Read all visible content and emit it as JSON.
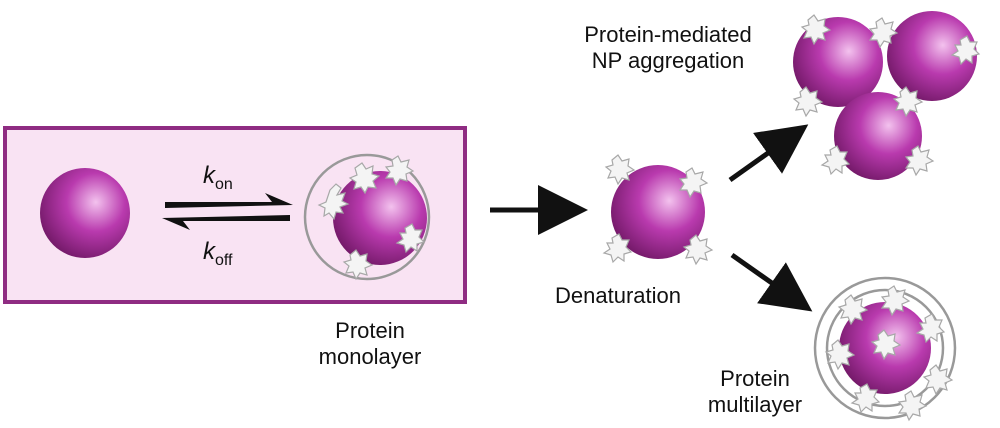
{
  "colors": {
    "sphere_light": "#f3c2ee",
    "sphere_mid": "#b93aae",
    "sphere_dark": "#6a155f",
    "box_fill": "#f9e3f3",
    "box_border": "#8f2c82",
    "shell": "#999999",
    "protein": "#a8a8a8",
    "arrow": "#111111"
  },
  "labels": {
    "k_on_symbol": "k",
    "k_on_sub": "on",
    "k_off_symbol": "k",
    "k_off_sub": "off",
    "monolayer": "Protein\nmonolayer",
    "denaturation": "Denaturation",
    "aggregation": "Protein-mediated\nNP aggregation",
    "multilayer": "Protein\nmultilayer"
  }
}
